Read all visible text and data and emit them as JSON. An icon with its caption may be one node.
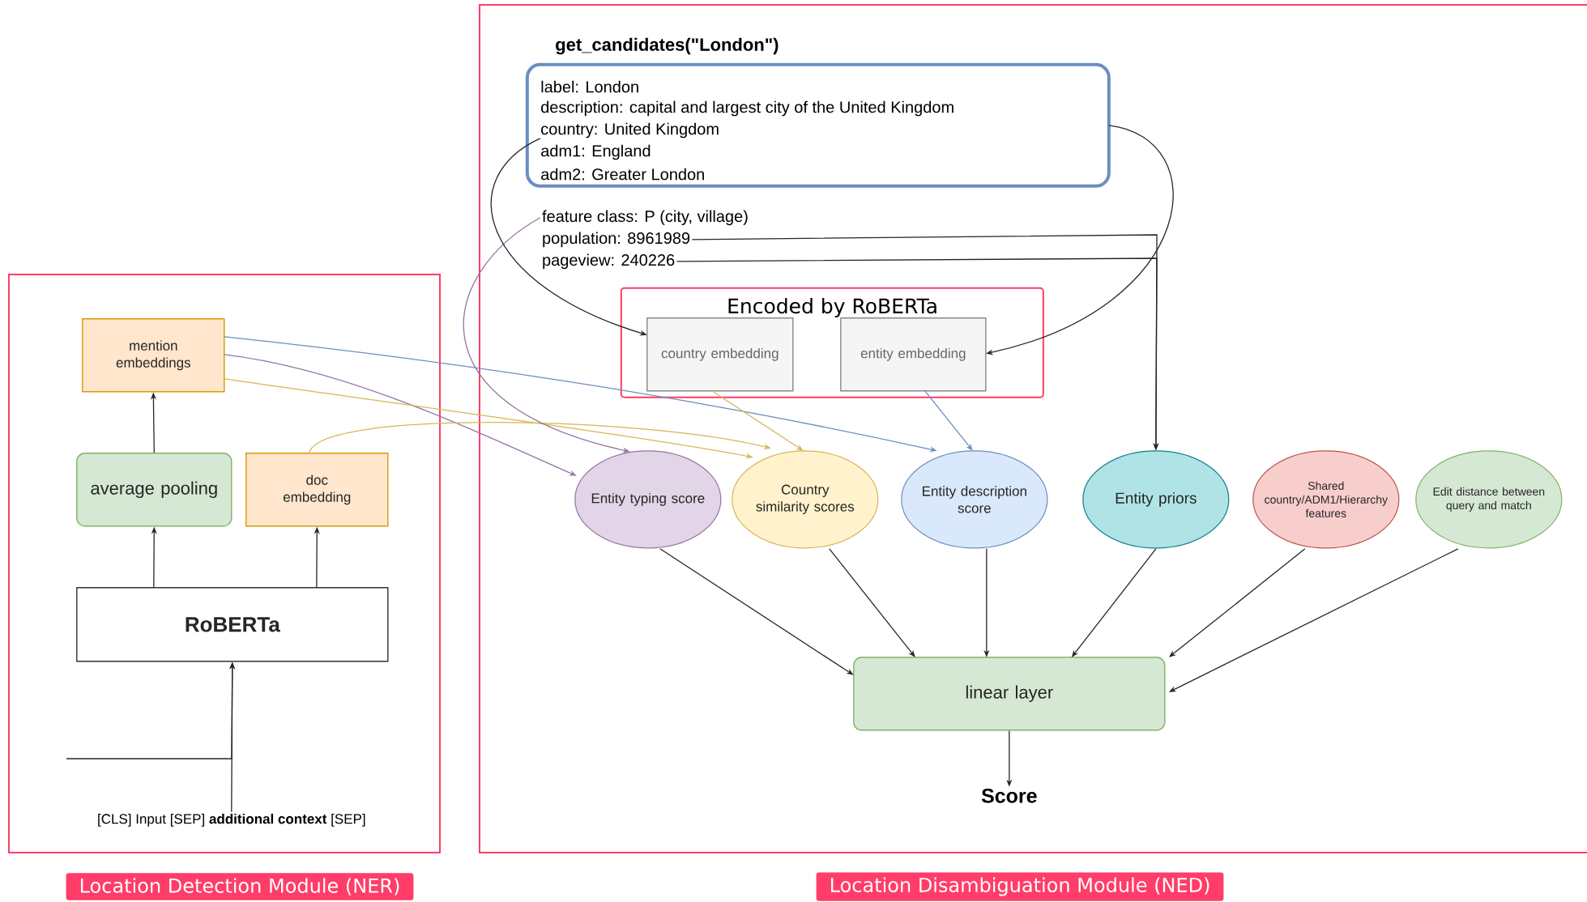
{
  "diagram": {
    "nodes": [
      {
        "text": [
          "Location Detection Module (NER)"
        ]
      },
      {
        "text": [
          "mention embeddings"
        ],
        "in": 0
      },
      {
        "text": [
          "average pooling"
        ],
        "in": 0
      },
      {
        "text": [
          "doc embedding"
        ],
        "in": 0
      },
      {
        "text": [
          "RoBERTa"
        ],
        "in": 0
      },
      {
        "text": [
          "[CLS] Input [SEP] **additional context** [SEP]"
        ],
        "in": 0
      },
      {
        "text": [
          "Location Disambiguation Module (NED)"
        ]
      },
      {
        "text": [
          "get_candidates(\"London\")",
          "label: London",
          "description: capital and largest city of the United Kingdom",
          "country: United Kingdom",
          "adm1: England",
          "adm2: Greater London"
        ],
        "in": 6
      },
      {
        "text": [
          "feature class:  P (city, village)"
        ],
        "in": 6
      },
      {
        "text": [
          "population: 8961989"
        ],
        "in": 6
      },
      {
        "text": [
          "pageview: 240226"
        ],
        "in": 6
      },
      {
        "text": [
          "Encoded by RoBERTa"
        ],
        "in": 6
      },
      {
        "text": [
          "country embedding"
        ],
        "in": 11
      },
      {
        "text": [
          "entity embedding"
        ],
        "in": 11
      },
      {
        "text": [
          "Entity typing score"
        ],
        "in": 6
      },
      {
        "text": [
          "Country similarity scores"
        ],
        "in": 6
      },
      {
        "text": [
          "Entity description score"
        ],
        "in": 6
      },
      {
        "text": [
          "Entity priors"
        ],
        "in": 6
      },
      {
        "text": [
          "Shared country/ADM1/Hierarchy features"
        ],
        "in": 6
      },
      {
        "text": [
          "Edit distance between query and match"
        ],
        "in": 6
      },
      {
        "text": [
          "linear layer"
        ],
        "in": 6
      },
      {
        "text": [
          "Score"
        ],
        "in": 6
      }
    ],
    "edges": [
      {
        "from": 2,
        "to": 1,
        "arrow": "to"
      },
      {
        "from": 4,
        "to": 2,
        "arrow": "to"
      },
      {
        "from": 4,
        "to": 3,
        "arrow": "to"
      },
      {
        "from": 5,
        "to": 4,
        "arrow": "to"
      },
      {
        "from": null,
        "to": 4,
        "arrow": "to"
      },
      {
        "from": 1,
        "to": 16,
        "arrow": "to",
        "color": "#6c8ebf"
      },
      {
        "from": 1,
        "to": 14,
        "arrow": "to",
        "color": "#9673a6"
      },
      {
        "from": 1,
        "to": 15,
        "arrow": "to",
        "color": "#d6b656"
      },
      {
        "from": 3,
        "to": 15,
        "arrow": "to",
        "color": "#d6b656"
      },
      {
        "from": 8,
        "to": 14,
        "arrow": "to",
        "color": "#9673a6"
      },
      {
        "from": 7,
        "to": 12,
        "arrow": "to"
      },
      {
        "from": 7,
        "to": 13,
        "arrow": "to"
      },
      {
        "from": 12,
        "to": 15,
        "arrow": "to",
        "color": "#d6b656"
      },
      {
        "from": 13,
        "to": 16,
        "arrow": "to",
        "color": "#6c8ebf"
      },
      {
        "from": 9,
        "to": 17,
        "arrow": "to"
      },
      {
        "from": 10,
        "to": 17,
        "arrow": "to"
      },
      {
        "from": 14,
        "to": 20,
        "arrow": "to"
      },
      {
        "from": 15,
        "to": 20,
        "arrow": "to"
      },
      {
        "from": 16,
        "to": 20,
        "arrow": "to"
      },
      {
        "from": 17,
        "to": 20,
        "arrow": "to"
      },
      {
        "from": 18,
        "to": 20,
        "arrow": "to"
      },
      {
        "from": 19,
        "to": 20,
        "arrow": "to"
      },
      {
        "from": 20,
        "to": 21,
        "arrow": "to"
      }
    ]
  }
}
